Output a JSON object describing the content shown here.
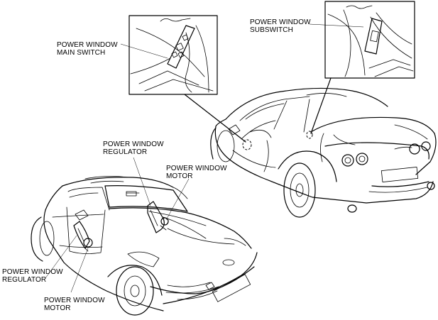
{
  "labels": {
    "main_switch": [
      "POWER WINDOW",
      "MAIN SWITCH"
    ],
    "subswitch": [
      "POWER WINDOW",
      "SUBSWITCH"
    ],
    "regulator_top": [
      "POWER WINDOW",
      "REGULATOR"
    ],
    "motor_top": [
      "POWER WINDOW",
      "MOTOR"
    ],
    "regulator_bottom": [
      "POWER WINDOW",
      "REGULATOR"
    ],
    "motor_bottom": [
      "POWER WINDOW",
      "MOTOR"
    ]
  }
}
